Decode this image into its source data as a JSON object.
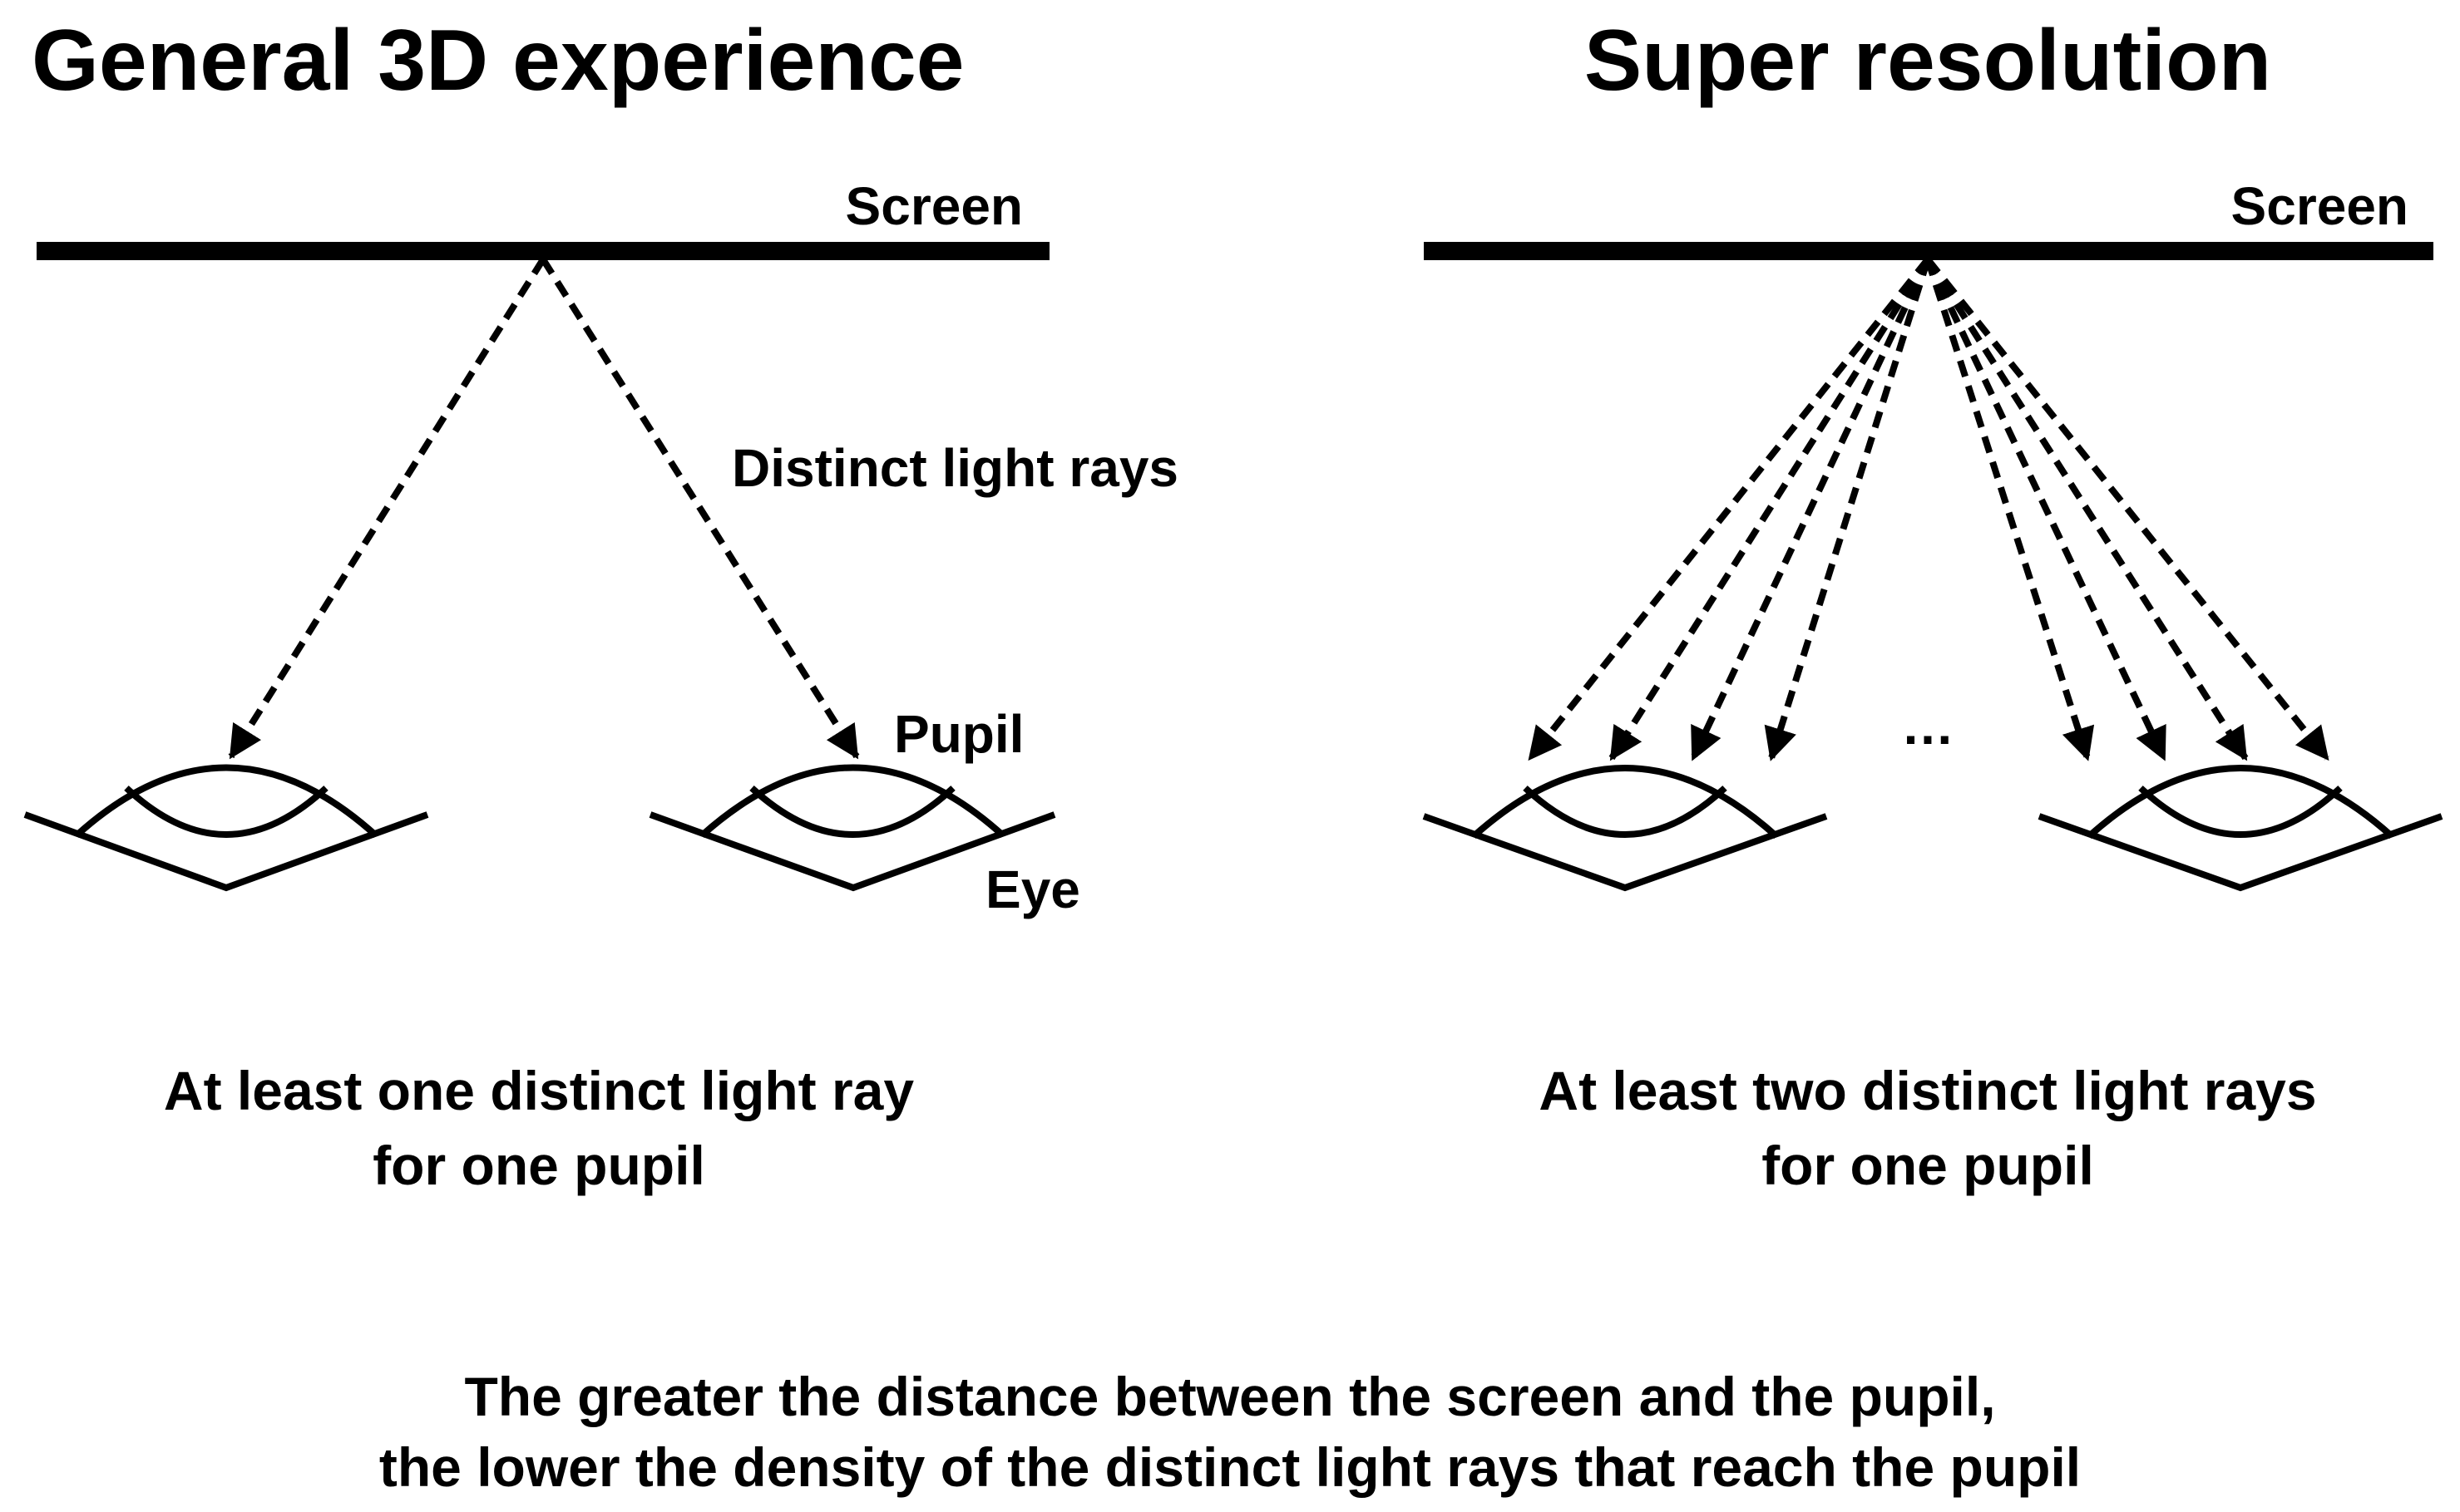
{
  "left_panel": {
    "title": "General 3D experience",
    "screen_label": "Screen",
    "rays_label": "Distinct light rays",
    "pupil_label": "Pupil",
    "eye_label": "Eye",
    "caption_line1": "At least one distinct light ray",
    "caption_line2": "for one pupil"
  },
  "right_panel": {
    "title": "Super resolution",
    "screen_label": "Screen",
    "ellipsis": "…",
    "caption_line1": "At least two distinct light rays",
    "caption_line2": "for one pupil"
  },
  "footer": {
    "line1": "The greater the distance between the screen and the pupil,",
    "line2": "the lower the density of the distinct light rays that reach the pupil"
  }
}
